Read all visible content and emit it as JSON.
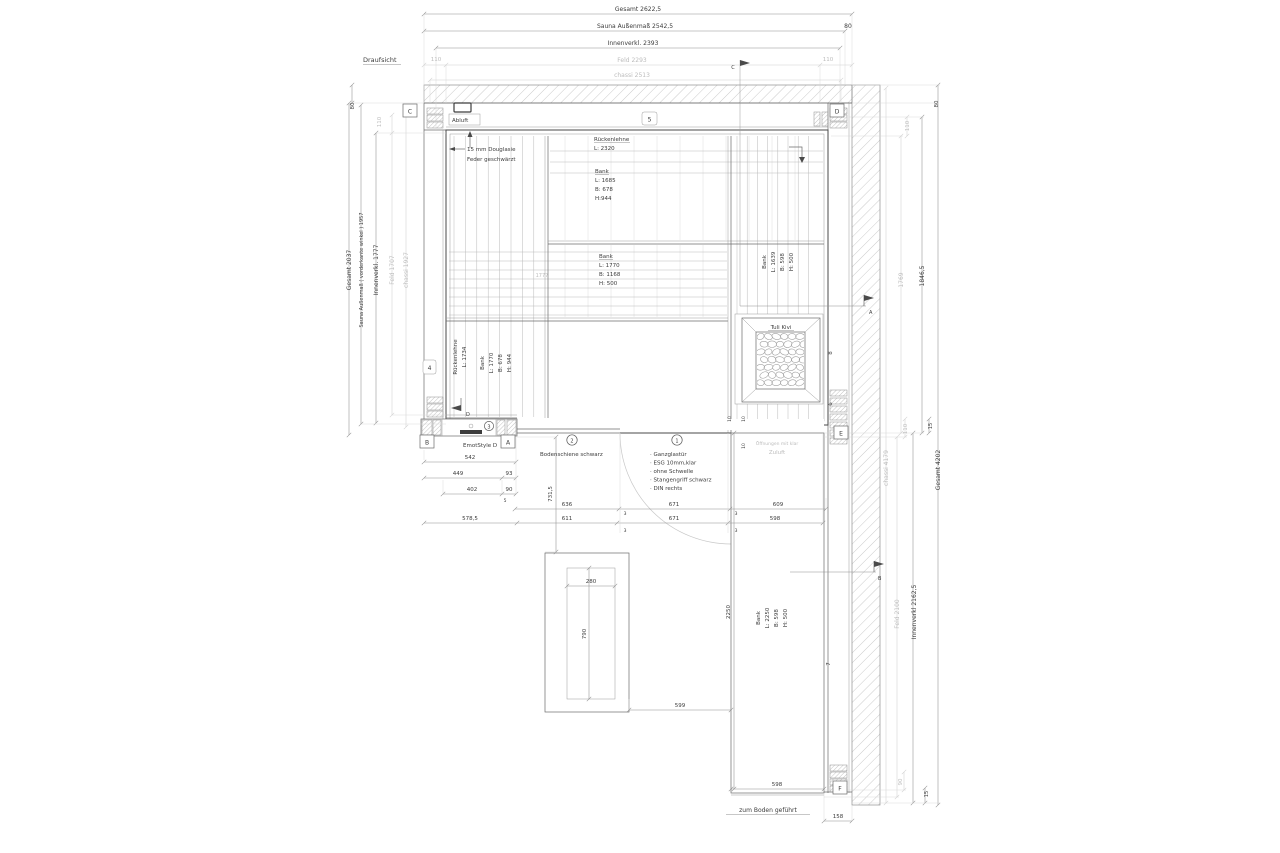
{
  "title": "Draufsicht",
  "colors": {
    "line": "#4a4a4a",
    "gray_dim": "#cfcfcf",
    "text": "#3c3c3c",
    "gray_text": "#bcbcbc"
  },
  "dims": {
    "top": {
      "gesamt": "Gesamt 2622,5",
      "sauna": "Sauna Außenmaß 2542,5",
      "innen": "Innenverkl. 2393",
      "feld": "Feld 2293",
      "chassi": "chassi 2513",
      "v80": "80",
      "v110l": "110",
      "v110r": "110"
    },
    "left": {
      "gesamt": "Gesamt 2037",
      "sauna": "Sauna Außenmaß ( vorderkante winkel ) 1957",
      "innen": "Innenverkl. 1777",
      "feld": "Feld 1707",
      "chassi": "chassi 1927",
      "v80": "80",
      "v110": "110"
    },
    "right": {
      "v80": "80",
      "v110t": "110",
      "v1769": "1769",
      "v1846": "1846,5",
      "chassi": "chassi 4179",
      "gesamt": "Gesamt 4202",
      "v15t": "15",
      "v110m": "110",
      "feld": "Feld 2100",
      "innen": "Innenverkl 2162,5",
      "v90": "90",
      "v15b": "15"
    },
    "bottom": {
      "v542": "542",
      "v449": "449",
      "v93": "93",
      "v402": "402",
      "v90": "90",
      "v5": "5",
      "v578": "578,5",
      "v636": "636",
      "v671a": "671",
      "v609": "609",
      "v611": "611",
      "v671b": "671",
      "v598": "598",
      "v3a": "3",
      "v3b": "3",
      "v3c": "3",
      "v3d": "3",
      "v731": "731,5",
      "v280": "280",
      "v790": "790",
      "v599": "599",
      "v2250": "2250",
      "v598c": "598",
      "v158": "158",
      "v1777": "1777",
      "v10a": "10",
      "v10b": "10",
      "v10c": "10"
    }
  },
  "junctions": {
    "c": "C",
    "d": "D",
    "b": "B",
    "a": "A",
    "e": "E",
    "f": "F"
  },
  "panels": {
    "p4": "4",
    "p5": "5",
    "p6": "6",
    "p7": "7",
    "p8": "8"
  },
  "markers": {
    "m1": "1",
    "m2": "2",
    "m3": "3",
    "flag_top": "C",
    "flag_a": "A",
    "flag_b": "B",
    "flag_d": "D"
  },
  "benches": {
    "top_backrest": {
      "t": "Rückenlehne",
      "l1": "L: 2320"
    },
    "top_bank": {
      "t": "Bank",
      "l1": "L: 1685",
      "l2": "B: 678",
      "l3": "H:944"
    },
    "mid_bank": {
      "t": "Bank",
      "l1": "L: 1770",
      "l2": "B: 1168",
      "l3": "H: 500"
    },
    "right_bank": {
      "t": "Bank",
      "l1": "L: 1639",
      "l2": "B: 598",
      "l3": "H: 500"
    },
    "left_backrest": {
      "t": "Rückenlehne",
      "l1": "L: 1734"
    },
    "left_bank": {
      "t": "Bank",
      "l1": "L: 1770",
      "l2": "B: 678",
      "l3": "H: 944"
    },
    "corridor_bank": {
      "t": "Bank",
      "l1": "L: 2250",
      "l2": "B: 598",
      "l3": "H: 500"
    }
  },
  "equipment": {
    "stove": "Tuli Kivi"
  },
  "vents": {
    "abluft": "Abluft",
    "zuluft_note": "Öffnungen mit klar",
    "zuluft": "Zuluft"
  },
  "notes": {
    "material1": "15 mm Douglasie",
    "material2": "Feder geschwärzt",
    "door": [
      "· Ganzglastür",
      "· ESG 10mm,klar",
      "· ohne Schwelle",
      "· Stangengriff schwarz",
      "· DIN rechts"
    ],
    "rail": "Bodenschiene schwarz",
    "emot": "EmotStyle D",
    "floor": "zum Boden geführt"
  }
}
